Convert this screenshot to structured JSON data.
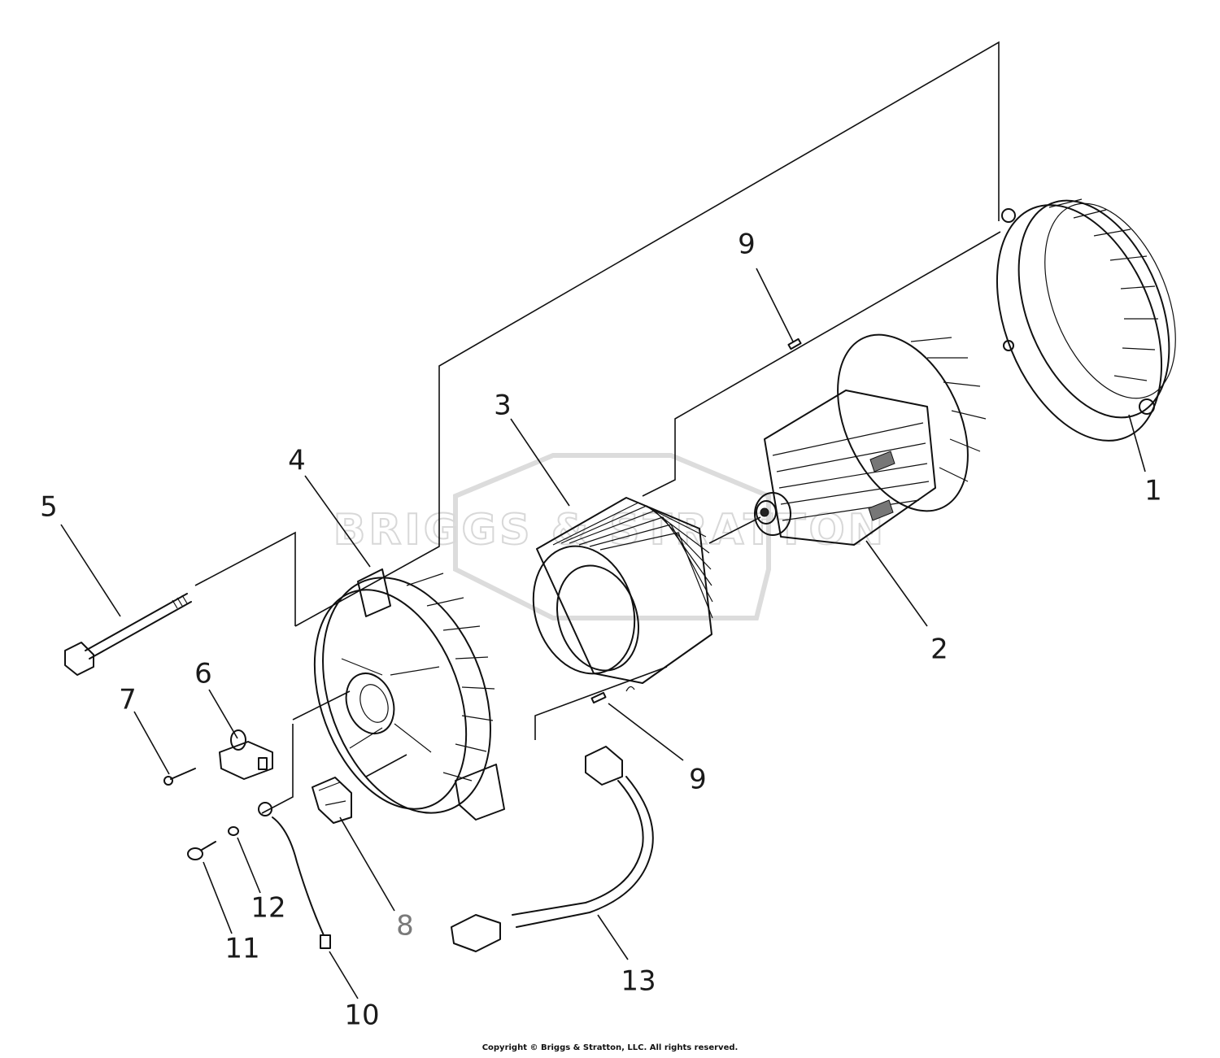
{
  "watermark": {
    "text": "BRIGGS & STRATTON"
  },
  "copyright": "Copyright © Briggs & Stratton, LLC. All rights reserved.",
  "callouts": [
    {
      "id": "1",
      "label": "1"
    },
    {
      "id": "2",
      "label": "2"
    },
    {
      "id": "3",
      "label": "3"
    },
    {
      "id": "4",
      "label": "4"
    },
    {
      "id": "5",
      "label": "5"
    },
    {
      "id": "6",
      "label": "6"
    },
    {
      "id": "7",
      "label": "7"
    },
    {
      "id": "8",
      "label": "8"
    },
    {
      "id": "9a",
      "label": "9"
    },
    {
      "id": "9b",
      "label": "9"
    },
    {
      "id": "10",
      "label": "10"
    },
    {
      "id": "11",
      "label": "11"
    },
    {
      "id": "12",
      "label": "12"
    },
    {
      "id": "13",
      "label": "13"
    }
  ]
}
